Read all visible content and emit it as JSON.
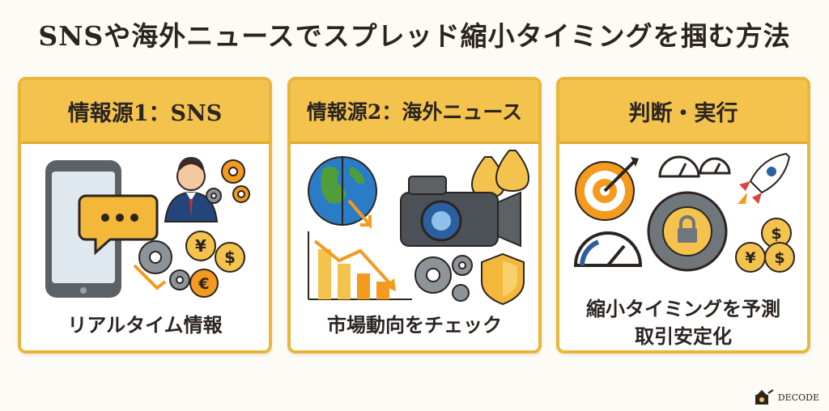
{
  "title": "SNSや海外ニュースでスプレッド縮小タイミングを掴む方法",
  "cards": [
    {
      "heading": "情報源1：SNS",
      "caption": "リアルタイム情報"
    },
    {
      "heading": "情報源2：海外ニュース",
      "caption": "市場動向をチェック"
    },
    {
      "heading": "判断・実行",
      "caption_line1": "縮小タイミングを予測",
      "caption_line2": "取引安定化"
    }
  ],
  "symbols": {
    "yen": "¥",
    "dollar": "$",
    "euro": "€"
  },
  "logo": {
    "text": "DECODE"
  },
  "colors": {
    "accent": "#f3c34d",
    "border": "#e8b73a",
    "text": "#2b2421",
    "orange": "#f39a1f",
    "gear": "#8c9399",
    "blue": "#2b5f9e"
  }
}
